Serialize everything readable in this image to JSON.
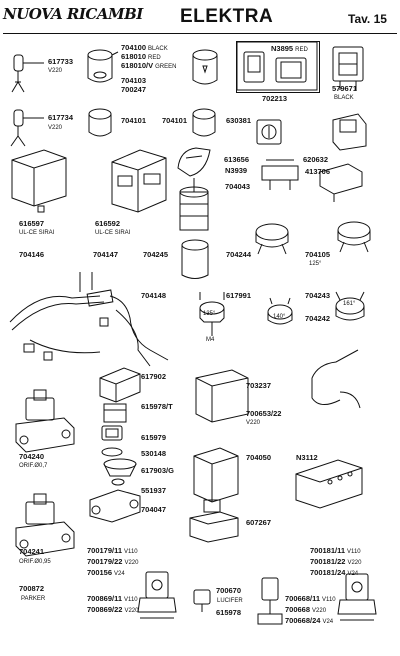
{
  "header": {
    "brand": "NUOVA RICAMBI",
    "title": "ELEKTRA",
    "table": "Tav. 15"
  },
  "parts": {
    "p617733": "617733",
    "p617733_note": "V220",
    "p704100": "704100",
    "p704100_note": "BLACK",
    "p618010": "618010",
    "p618010_note": "RED",
    "p618010v": "618010/V",
    "p618010v_note": "GREEN",
    "p704103": "704103",
    "p700247": "700247",
    "pN3895": "N3895",
    "pN3895_note": "RED",
    "p702213": "702213",
    "p579671": "579671",
    "p579671_note": "BLACK",
    "p617734": "617734",
    "p617734_note": "V220",
    "p704101a": "704101",
    "p704101b": "704101",
    "p630381": "630381",
    "p613656": "613656",
    "p620632": "620632",
    "pN3939": "N3939",
    "p413706": "413706",
    "p616597": "616597",
    "p616597_note": "UL-CE SIRAI",
    "p616592": "616592",
    "p616592_note": "UL-CE SIRAI",
    "p704043": "704043",
    "p704146": "704146",
    "p704147": "704147",
    "p704245": "704245",
    "p704244": "704244",
    "p704105": "704105",
    "p704105_note": "125°",
    "p704148": "704148",
    "p617991": "617991",
    "p704243": "704243",
    "p704242": "704242",
    "p617902": "617902",
    "p703237": "703237",
    "p615978t": "615978/T",
    "p700653": "700653/22",
    "p700653_note": "V220",
    "p615979": "615979",
    "p704240": "704240",
    "p704240_note": "ORIF.Ø0,7",
    "p530148": "530148",
    "p704050": "704050",
    "pN3112": "N3112",
    "p617903g": "617903/G",
    "p551937": "551937",
    "p704047": "704047",
    "p607267": "607267",
    "p704241": "704241",
    "p704241_note": "ORIF.Ø0,95",
    "p700179_11": "700179/11",
    "p700179_11_note": "V110",
    "p700179_22": "700179/22",
    "p700179_22_note": "V220",
    "p700156": "700156",
    "p700156_note": "V24",
    "p700181_11": "700181/11",
    "p700181_11_note": "V110",
    "p700181_22": "700181/22",
    "p700181_22_note": "V220",
    "p700181_24": "700181/24",
    "p700181_24_note": "V24",
    "p700872": "700872",
    "p700872_note": "PARKER",
    "p700869_11": "700869/11",
    "p700869_11_note": "V110",
    "p700869_22": "700869/22",
    "p700869_22_note": "V220",
    "p700670": "700670",
    "p700670_note": "LUCIFER",
    "p615978": "615978",
    "p700668_11": "700668/11",
    "p700668_11_note": "V110",
    "p700668": "700668",
    "p700668_note": "V220",
    "p700668_24": "700668/24",
    "p700668_24_note": "V24"
  },
  "embossed": {
    "gauge_135": "135°",
    "gauge_140": "140°",
    "gauge_161": "161°",
    "m4": "M4"
  }
}
